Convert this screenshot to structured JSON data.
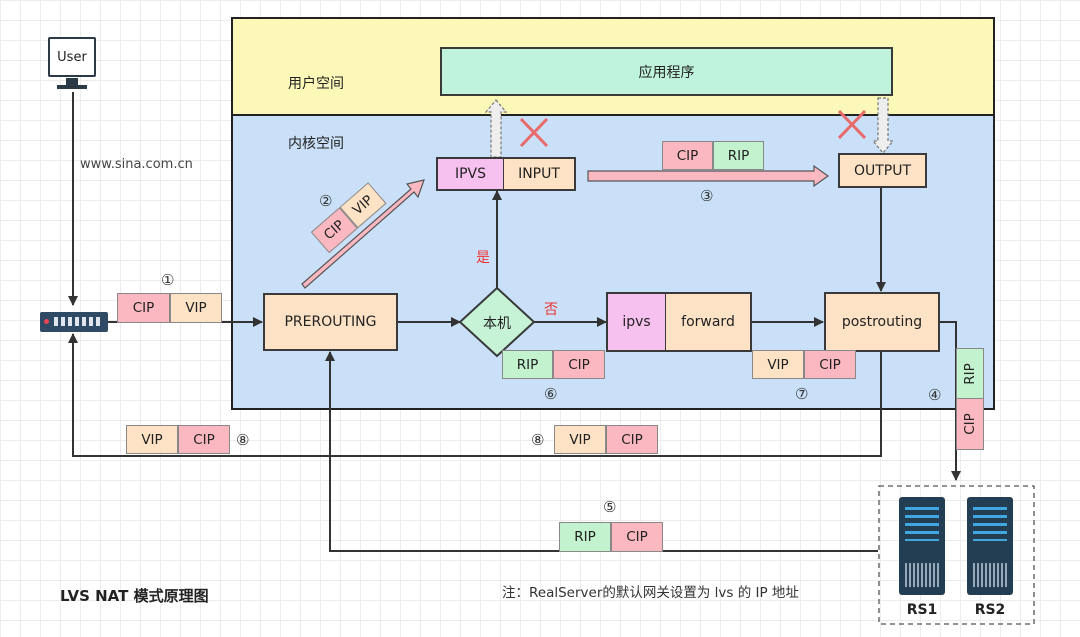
{
  "user_label": "User",
  "site_label": "www.sina.com.cn",
  "zones": {
    "user_space": "用户空间",
    "kernel_space": "内核空间"
  },
  "nodes": {
    "app": "应用程序",
    "ipvs_top": "IPVS",
    "input": "INPUT",
    "output": "OUTPUT",
    "prerouting": "PREROUTING",
    "decision": "本机",
    "yes": "是",
    "no": "否",
    "ipvs_fwd": "ipvs",
    "forward": "forward",
    "postrouting": "postrouting"
  },
  "packets": {
    "p1": {
      "num": "①",
      "a": "CIP",
      "b": "VIP"
    },
    "p2": {
      "num": "②",
      "a": "CIP",
      "b": "VIP"
    },
    "p3": {
      "num": "③",
      "a": "CIP",
      "b": "RIP"
    },
    "p4": {
      "num": "④",
      "a": "RIP",
      "b": "CIP"
    },
    "p5": {
      "num": "⑤",
      "a": "RIP",
      "b": "CIP"
    },
    "p6": {
      "num": "⑥",
      "a": "RIP",
      "b": "CIP"
    },
    "p7": {
      "num": "⑦",
      "a": "VIP",
      "b": "CIP"
    },
    "p8a": {
      "num": "⑧",
      "a": "VIP",
      "b": "CIP"
    },
    "p8b": {
      "num": "⑧",
      "a": "VIP",
      "b": "CIP"
    }
  },
  "servers": {
    "rs1": "RS1",
    "rs2": "RS2"
  },
  "title": "LVS NAT 模式原理图",
  "note": "注：RealServer的默认网关设置为 lvs 的 IP 地址",
  "colors": {
    "pink": "#fbb8c0",
    "peach": "#fde2c6",
    "green": "#c3f2cf",
    "magenta": "#f6c1ee",
    "user_zone": "#fbf8b8",
    "kernel_zone": "#c9e0f8",
    "cross": "#e86a6a"
  }
}
